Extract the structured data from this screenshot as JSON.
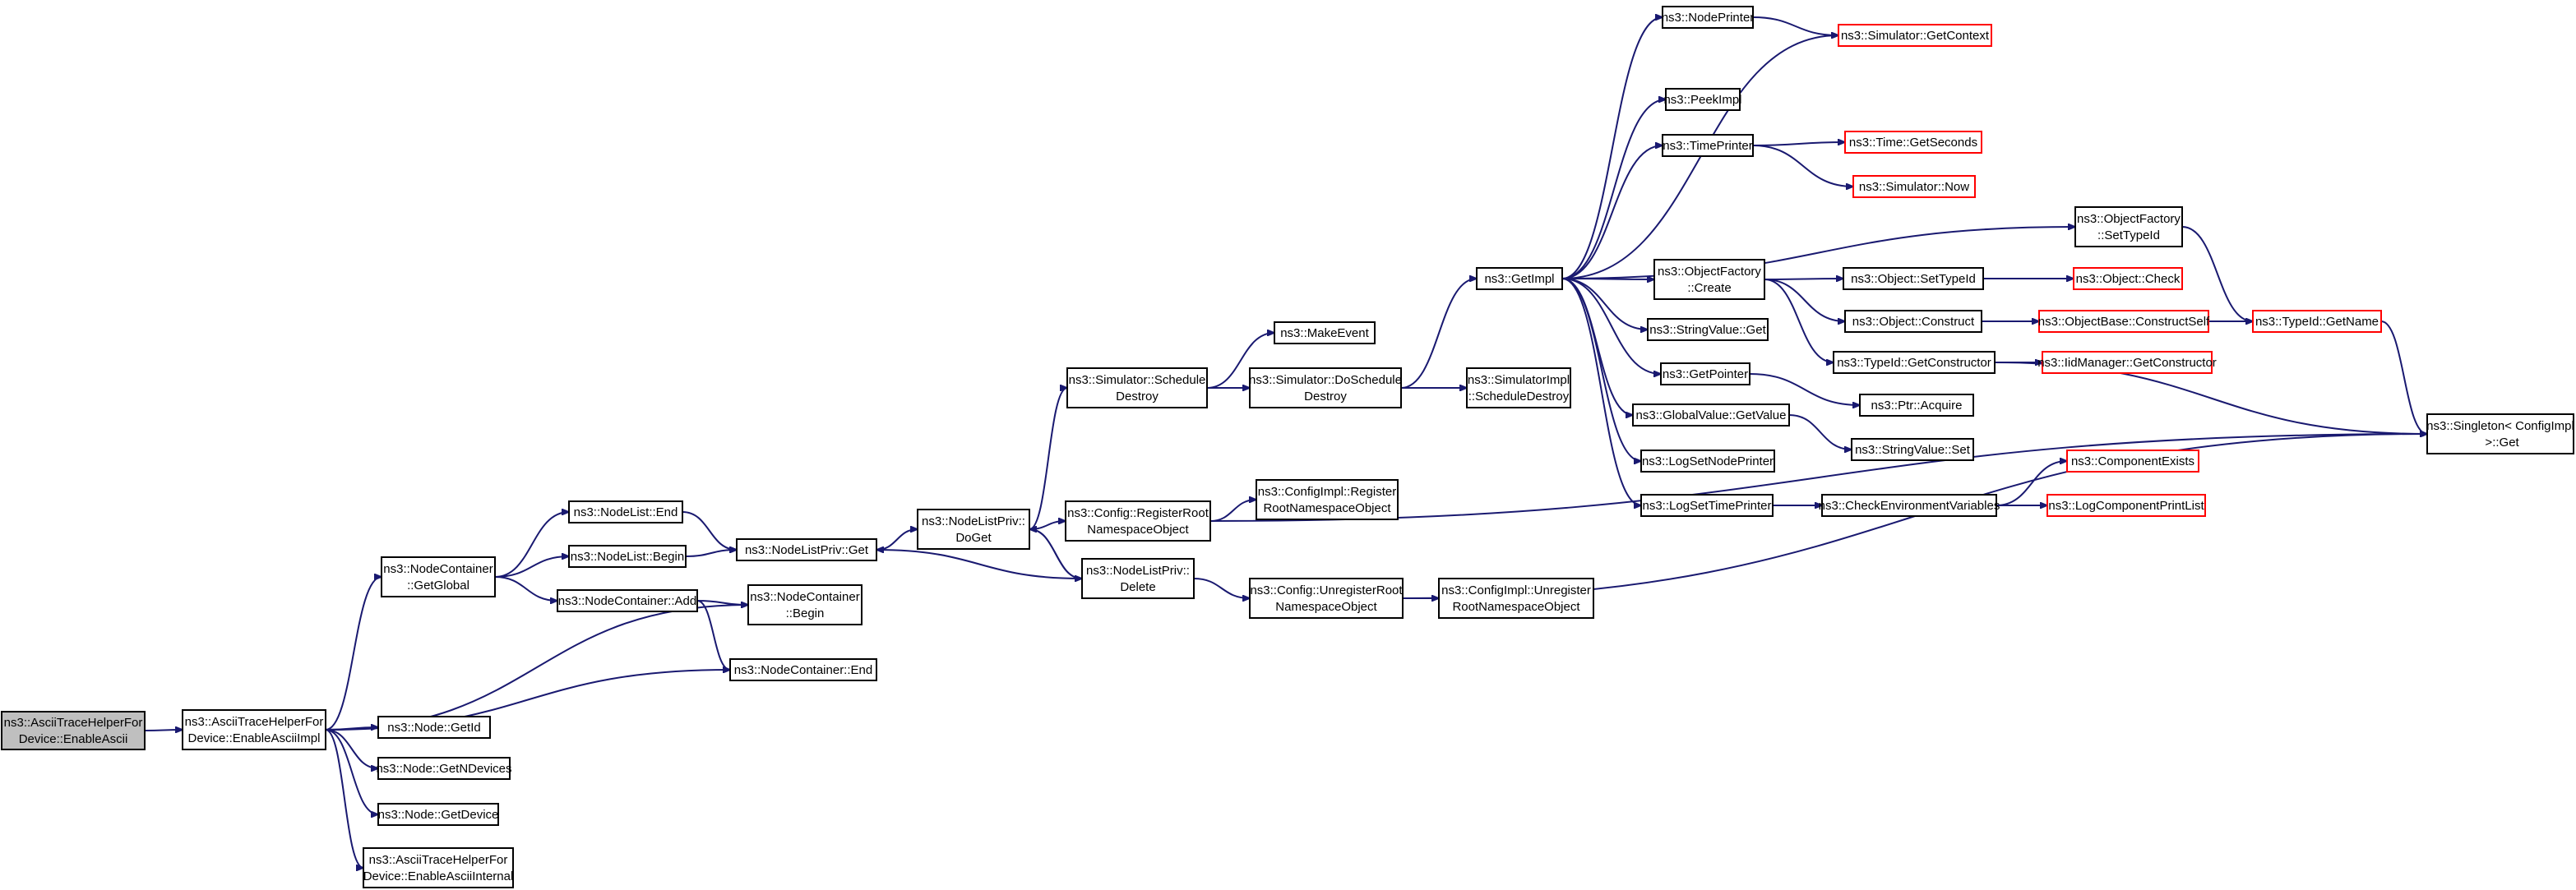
{
  "graph": {
    "nodes": [
      {
        "id": "n0",
        "lines": [
          "ns3::AsciiTraceHelperFor",
          "Device::EnableAscii"
        ],
        "style": "root"
      },
      {
        "id": "n1",
        "lines": [
          "ns3::AsciiTraceHelperFor",
          "Device::EnableAsciiImpl"
        ],
        "style": "normal"
      },
      {
        "id": "n2",
        "lines": [
          "ns3::NodeContainer",
          "::GetGlobal"
        ],
        "style": "normal"
      },
      {
        "id": "n3",
        "lines": [
          "ns3::NodeContainer",
          "::Begin"
        ],
        "style": "normal"
      },
      {
        "id": "n4",
        "lines": [
          "ns3::NodeContainer::End"
        ],
        "style": "normal"
      },
      {
        "id": "n5",
        "lines": [
          "ns3::Node::GetId"
        ],
        "style": "normal"
      },
      {
        "id": "n6",
        "lines": [
          "ns3::Node::GetNDevices"
        ],
        "style": "normal"
      },
      {
        "id": "n7",
        "lines": [
          "ns3::Node::GetDevice"
        ],
        "style": "normal"
      },
      {
        "id": "n8",
        "lines": [
          "ns3::AsciiTraceHelperFor",
          "Device::EnableAsciiInternal"
        ],
        "style": "normal"
      },
      {
        "id": "n9",
        "lines": [
          "ns3::NodeList::End"
        ],
        "style": "normal"
      },
      {
        "id": "n10",
        "lines": [
          "ns3::NodeList::Begin"
        ],
        "style": "normal"
      },
      {
        "id": "n11",
        "lines": [
          "ns3::NodeContainer::Add"
        ],
        "style": "normal"
      },
      {
        "id": "n12",
        "lines": [
          "ns3::NodeListPriv::Get"
        ],
        "style": "normal"
      },
      {
        "id": "n13",
        "lines": [
          "ns3::NodeListPriv::",
          "DoGet"
        ],
        "style": "normal"
      },
      {
        "id": "n14",
        "lines": [
          "ns3::NodeListPriv::",
          "Delete"
        ],
        "style": "normal"
      },
      {
        "id": "n15",
        "lines": [
          "ns3::Simulator::Schedule",
          "Destroy"
        ],
        "style": "normal"
      },
      {
        "id": "n16",
        "lines": [
          "ns3::Config::RegisterRoot",
          "NamespaceObject"
        ],
        "style": "normal"
      },
      {
        "id": "n17",
        "lines": [
          "ns3::Config::UnregisterRoot",
          "NamespaceObject"
        ],
        "style": "normal"
      },
      {
        "id": "n18",
        "lines": [
          "ns3::MakeEvent"
        ],
        "style": "normal"
      },
      {
        "id": "n19",
        "lines": [
          "ns3::Simulator::DoSchedule",
          "Destroy"
        ],
        "style": "normal"
      },
      {
        "id": "n20",
        "lines": [
          "ns3::ConfigImpl::Register",
          "RootNamespaceObject"
        ],
        "style": "normal"
      },
      {
        "id": "n21",
        "lines": [
          "ns3::ConfigImpl::Unregister",
          "RootNamespaceObject"
        ],
        "style": "normal"
      },
      {
        "id": "n22",
        "lines": [
          "ns3::GetImpl"
        ],
        "style": "normal"
      },
      {
        "id": "n23",
        "lines": [
          "ns3::SimulatorImpl",
          "::ScheduleDestroy"
        ],
        "style": "normal"
      },
      {
        "id": "n24",
        "lines": [
          "ns3::NodePrinter"
        ],
        "style": "normal"
      },
      {
        "id": "n25",
        "lines": [
          "ns3::PeekImpl"
        ],
        "style": "normal"
      },
      {
        "id": "n26",
        "lines": [
          "ns3::TimePrinter"
        ],
        "style": "normal"
      },
      {
        "id": "n27",
        "lines": [
          "ns3::ObjectFactory",
          "::Create"
        ],
        "style": "normal"
      },
      {
        "id": "n28",
        "lines": [
          "ns3::StringValue::Get"
        ],
        "style": "normal"
      },
      {
        "id": "n29",
        "lines": [
          "ns3::GetPointer"
        ],
        "style": "normal"
      },
      {
        "id": "n30",
        "lines": [
          "ns3::GlobalValue::GetValue"
        ],
        "style": "normal"
      },
      {
        "id": "n31",
        "lines": [
          "ns3::LogSetNodePrinter"
        ],
        "style": "normal"
      },
      {
        "id": "n32",
        "lines": [
          "ns3::LogSetTimePrinter"
        ],
        "style": "normal"
      },
      {
        "id": "n33",
        "lines": [
          "ns3::Simulator::GetContext"
        ],
        "style": "red"
      },
      {
        "id": "n34",
        "lines": [
          "ns3::Time::GetSeconds"
        ],
        "style": "red"
      },
      {
        "id": "n35",
        "lines": [
          "ns3::Simulator::Now"
        ],
        "style": "red"
      },
      {
        "id": "n36",
        "lines": [
          "ns3::ObjectFactory",
          "::SetTypeId"
        ],
        "style": "normal"
      },
      {
        "id": "n37",
        "lines": [
          "ns3::Object::SetTypeId"
        ],
        "style": "normal"
      },
      {
        "id": "n38",
        "lines": [
          "ns3::Object::Construct"
        ],
        "style": "normal"
      },
      {
        "id": "n39",
        "lines": [
          "ns3::TypeId::GetConstructor"
        ],
        "style": "normal"
      },
      {
        "id": "n40",
        "lines": [
          "ns3::Ptr::Acquire"
        ],
        "style": "normal"
      },
      {
        "id": "n41",
        "lines": [
          "ns3::StringValue::Set"
        ],
        "style": "normal"
      },
      {
        "id": "n42",
        "lines": [
          "ns3::CheckEnvironmentVariables"
        ],
        "style": "normal"
      },
      {
        "id": "n43",
        "lines": [
          "ns3::Object::Check"
        ],
        "style": "red"
      },
      {
        "id": "n44",
        "lines": [
          "ns3::ObjectBase::ConstructSelf"
        ],
        "style": "red"
      },
      {
        "id": "n45",
        "lines": [
          "ns3::IidManager::GetConstructor"
        ],
        "style": "red"
      },
      {
        "id": "n46",
        "lines": [
          "ns3::ComponentExists"
        ],
        "style": "red"
      },
      {
        "id": "n47",
        "lines": [
          "ns3::LogComponentPrintList"
        ],
        "style": "red"
      },
      {
        "id": "n48",
        "lines": [
          "ns3::TypeId::GetName"
        ],
        "style": "red"
      },
      {
        "id": "n49",
        "lines": [
          "ns3::Singleton< ConfigImpl",
          " >::Get"
        ],
        "style": "normal"
      }
    ],
    "edges": [
      [
        "n0",
        "n1"
      ],
      [
        "n1",
        "n2"
      ],
      [
        "n1",
        "n3"
      ],
      [
        "n1",
        "n4"
      ],
      [
        "n1",
        "n5"
      ],
      [
        "n1",
        "n6"
      ],
      [
        "n1",
        "n7"
      ],
      [
        "n1",
        "n8"
      ],
      [
        "n2",
        "n9"
      ],
      [
        "n2",
        "n10"
      ],
      [
        "n2",
        "n11"
      ],
      [
        "n9",
        "n12"
      ],
      [
        "n10",
        "n12"
      ],
      [
        "n11",
        "n3"
      ],
      [
        "n11",
        "n4"
      ],
      [
        "n12",
        "n13"
      ],
      [
        "n13",
        "n15"
      ],
      [
        "n13",
        "n16"
      ],
      [
        "n13",
        "n14"
      ],
      [
        "n14",
        "n13"
      ],
      [
        "n14",
        "n12"
      ],
      [
        "n14",
        "n17"
      ],
      [
        "n15",
        "n18"
      ],
      [
        "n15",
        "n19"
      ],
      [
        "n19",
        "n22"
      ],
      [
        "n19",
        "n23"
      ],
      [
        "n16",
        "n20"
      ],
      [
        "n16",
        "n49"
      ],
      [
        "n17",
        "n21"
      ],
      [
        "n17",
        "n49"
      ],
      [
        "n22",
        "n24"
      ],
      [
        "n22",
        "n25"
      ],
      [
        "n22",
        "n26"
      ],
      [
        "n22",
        "n27"
      ],
      [
        "n22",
        "n28"
      ],
      [
        "n22",
        "n29"
      ],
      [
        "n22",
        "n30"
      ],
      [
        "n22",
        "n31"
      ],
      [
        "n22",
        "n32"
      ],
      [
        "n22",
        "n33"
      ],
      [
        "n22",
        "n36"
      ],
      [
        "n24",
        "n33"
      ],
      [
        "n26",
        "n34"
      ],
      [
        "n26",
        "n35"
      ],
      [
        "n27",
        "n37"
      ],
      [
        "n27",
        "n38"
      ],
      [
        "n27",
        "n39"
      ],
      [
        "n37",
        "n43"
      ],
      [
        "n38",
        "n44"
      ],
      [
        "n39",
        "n45"
      ],
      [
        "n39",
        "n49"
      ],
      [
        "n29",
        "n40"
      ],
      [
        "n30",
        "n41"
      ],
      [
        "n32",
        "n42"
      ],
      [
        "n42",
        "n46"
      ],
      [
        "n42",
        "n47"
      ],
      [
        "n36",
        "n48"
      ],
      [
        "n44",
        "n48"
      ],
      [
        "n48",
        "n49"
      ]
    ]
  },
  "colors": {
    "edge": "#191970",
    "border": "#000000",
    "missing_border": "#ff0000",
    "root_fill": "#bfbfbf"
  }
}
